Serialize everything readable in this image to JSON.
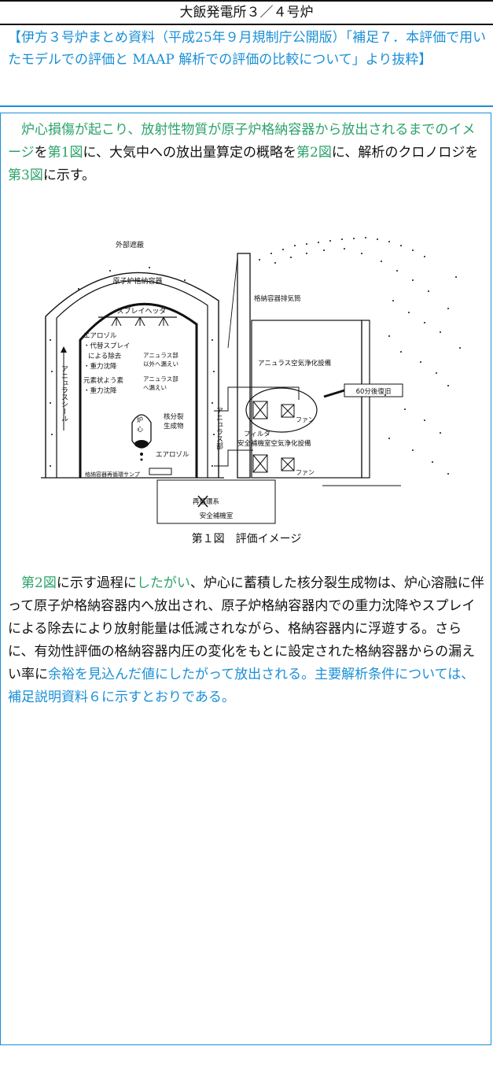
{
  "header": {
    "title": "大飯発電所３／４号炉"
  },
  "source_note": "【伊方３号炉まとめ資料（平成25年９月規制庁公開版）「補足７．本評価で用いたモデルでの評価と MAAP 解析での評価の比較について」より抜粋】",
  "para1": {
    "s1": "炉心損傷が起こり、放射性物質が原子炉格納容器から放出されるまでのイメージ",
    "s2": "を",
    "s3": "第1図",
    "s4": "に、大気中への放出量算定の概略を",
    "s5": "第2図",
    "s6": "に、解析のクロノロジを",
    "s7": "第3図",
    "s8": "に示す。"
  },
  "figure": {
    "caption": "第１図　評価イメージ",
    "labels": {
      "outer_shield": "外部遮蔽",
      "containment": "原子炉格納容器",
      "spray_header": "スプレイヘッダ",
      "aerosol_head": "エアロゾル",
      "aerosol_l1": "・代替スプレイ",
      "aerosol_l2": "による除去",
      "aerosol_l3": "・重力沈降",
      "iodine_l1": "元素状よう素",
      "iodine_l2": "・重力沈降",
      "annulus_leak1_a": "アニュラス部",
      "annulus_leak1_b": "以外へ漏えい",
      "annulus_leak2_a": "アニュラス部",
      "annulus_leak2_b": "へ漏えい",
      "annulus_seal": "アニュラスシール",
      "core_1": "炉",
      "core_2": "心",
      "fission_1": "核分裂",
      "fission_2": "生成物",
      "aerosol_small": "エアロゾル",
      "sump": "格納容器再循環サンプ",
      "annulus_part": "アニュラス部",
      "exhaust_stack": "格納容器排気筒",
      "annulus_cleanup": "アニュラス空気浄化設備",
      "recovery_60": "60分後復旧",
      "fan1": "ファン",
      "filter": "フィルタ",
      "aux_cleanup": "安全補機室空気浄化設備",
      "fan2": "ファン",
      "recirc_system": "再循環系",
      "aux_room": "安全補機室"
    }
  },
  "para2": {
    "s1": "第2図",
    "s2": "に示す過程に",
    "s3": "したがい",
    "s4": "、炉心に蓄積した核分裂生成物は、炉心溶融に伴って原子炉格納容器内へ放出され、原子炉格納容器内での重力沈降やスプレイによる除去により放射能量は低減されながら、格納容器内に浮遊する。さらに、有効性評価の格納容器内圧の変化をもとに設定された格納容器からの漏えい率に",
    "s5": "余裕を見込んだ値にしたがって放出される。主要解析条件については、補足説明資料６に示すとおりである。"
  },
  "colors": {
    "blue": "#1a8fd6",
    "green": "#2ca36a"
  }
}
